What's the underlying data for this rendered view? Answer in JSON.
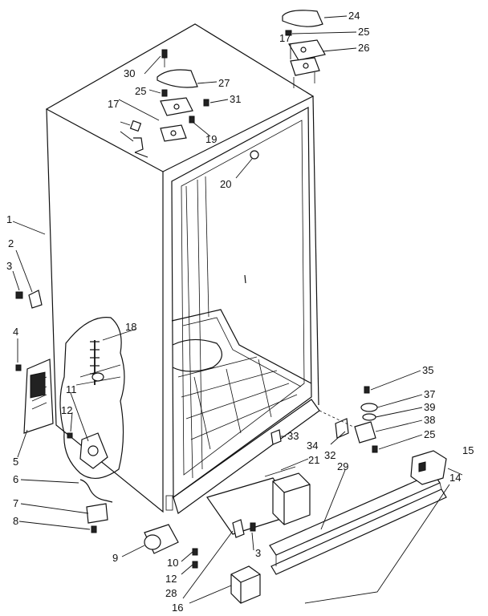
{
  "labels": [
    {
      "id": "1",
      "text": "1"
    },
    {
      "id": "2",
      "text": "2"
    },
    {
      "id": "3a",
      "text": "3"
    },
    {
      "id": "4",
      "text": "4"
    },
    {
      "id": "5",
      "text": "5"
    },
    {
      "id": "6",
      "text": "6"
    },
    {
      "id": "7",
      "text": "7"
    },
    {
      "id": "8",
      "text": "8"
    },
    {
      "id": "9",
      "text": "9"
    },
    {
      "id": "10",
      "text": "10"
    },
    {
      "id": "11",
      "text": "11"
    },
    {
      "id": "12a",
      "text": "12"
    },
    {
      "id": "12b",
      "text": "12"
    },
    {
      "id": "14",
      "text": "14"
    },
    {
      "id": "15",
      "text": "15"
    },
    {
      "id": "16",
      "text": "16"
    },
    {
      "id": "17a",
      "text": "17"
    },
    {
      "id": "17b",
      "text": "17"
    },
    {
      "id": "18",
      "text": "18"
    },
    {
      "id": "19",
      "text": "19"
    },
    {
      "id": "20",
      "text": "20"
    },
    {
      "id": "21",
      "text": "21"
    },
    {
      "id": "24",
      "text": "24"
    },
    {
      "id": "25a",
      "text": "25"
    },
    {
      "id": "25b",
      "text": "25"
    },
    {
      "id": "25c",
      "text": "25"
    },
    {
      "id": "26",
      "text": "26"
    },
    {
      "id": "27",
      "text": "27"
    },
    {
      "id": "28",
      "text": "28"
    },
    {
      "id": "29",
      "text": "29"
    },
    {
      "id": "30",
      "text": "30"
    },
    {
      "id": "31",
      "text": "31"
    },
    {
      "id": "32",
      "text": "32"
    },
    {
      "id": "33",
      "text": "33"
    },
    {
      "id": "34",
      "text": "34"
    },
    {
      "id": "35",
      "text": "35"
    },
    {
      "id": "37",
      "text": "37"
    },
    {
      "id": "38",
      "text": "38"
    },
    {
      "id": "39",
      "text": "39"
    },
    {
      "id": "3b",
      "text": "3"
    }
  ]
}
